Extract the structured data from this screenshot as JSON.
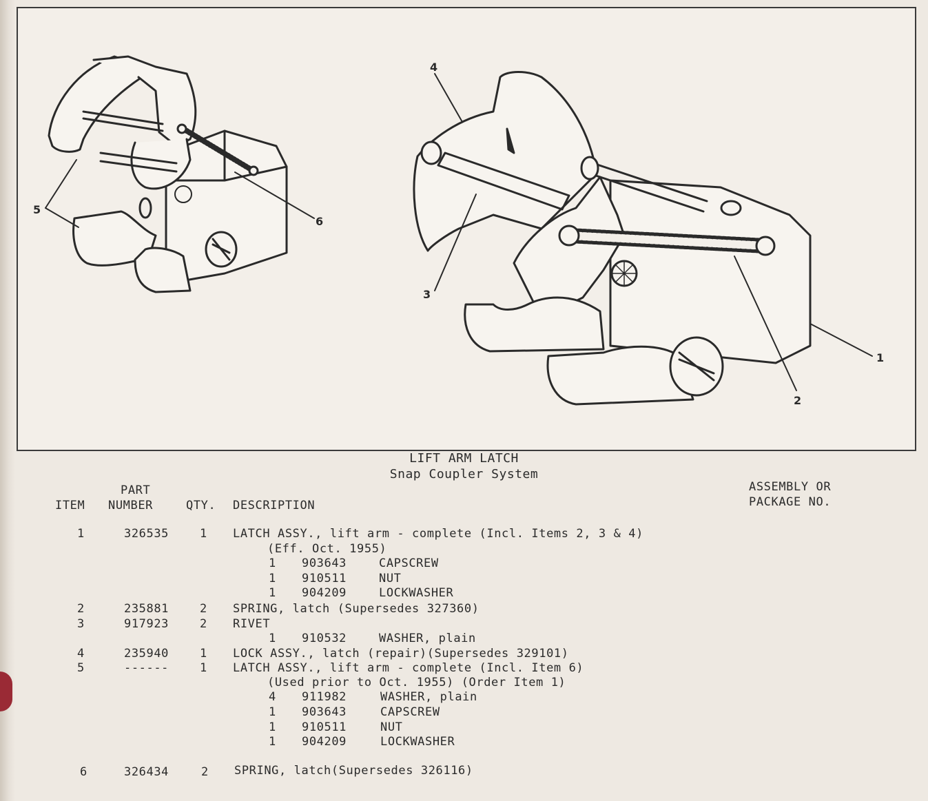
{
  "figure": {
    "callouts": [
      "1",
      "2",
      "3",
      "4",
      "5",
      "6"
    ]
  },
  "title": "LIFT ARM LATCH",
  "subtitle": "Snap Coupler System",
  "headers": {
    "item": "ITEM",
    "part_top": "PART",
    "part_bottom": "NUMBER",
    "qty": "QTY.",
    "description": "DESCRIPTION",
    "assembly_top": "ASSEMBLY OR",
    "assembly_bottom": "PACKAGE NO."
  },
  "rows": [
    {
      "item": "1",
      "part": "326535",
      "qty": "1",
      "description": "LATCH ASSY., lift arm - complete (Incl. Items 2, 3 & 4)"
    },
    {
      "note": "(Eff. Oct. 1955)"
    },
    {
      "sub_qty": "1",
      "sub_part": "903643",
      "sub_desc": "CAPSCREW"
    },
    {
      "sub_qty": "1",
      "sub_part": "910511",
      "sub_desc": "NUT"
    },
    {
      "sub_qty": "1",
      "sub_part": "904209",
      "sub_desc": "LOCKWASHER"
    },
    {
      "item": "2",
      "part": "235881",
      "qty": "2",
      "description": "SPRING, latch (Supersedes 327360)"
    },
    {
      "item": "3",
      "part": "917923",
      "qty": "2",
      "description": "RIVET"
    },
    {
      "sub_qty": "1",
      "sub_part": "910532",
      "sub_desc": "WASHER, plain"
    },
    {
      "item": "4",
      "part": "235940",
      "qty": "1",
      "description": "LOCK ASSY., latch (repair)(Supersedes 329101)"
    },
    {
      "item": "5",
      "part": "------",
      "qty": "1",
      "description": "LATCH ASSY., lift arm - complete (Incl. Item 6)"
    },
    {
      "note": "(Used prior to Oct. 1955) (Order Item 1)"
    },
    {
      "sub_qty": "4",
      "sub_part": "911982",
      "sub_desc": "WASHER, plain"
    },
    {
      "sub_qty": "1",
      "sub_part": "903643",
      "sub_desc": "CAPSCREW"
    },
    {
      "sub_qty": "1",
      "sub_part": "910511",
      "sub_desc": "NUT"
    },
    {
      "sub_qty": "1",
      "sub_part": "904209",
      "sub_desc": "LOCKWASHER"
    },
    {
      "item": "6",
      "part": "326434",
      "qty": "2",
      "description": "SPRING, latch(Supersedes 326116)"
    }
  ]
}
